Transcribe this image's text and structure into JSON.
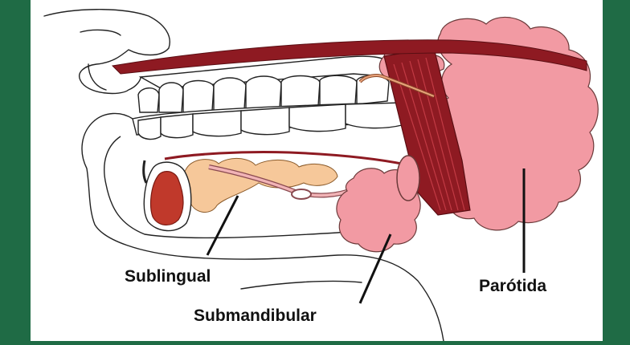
{
  "colors": {
    "frame": "#1f6b45",
    "panel": "#ffffff",
    "outline": "#222222",
    "parotid": "#f29aa3",
    "submandibular": "#f29aa3",
    "sublingual": "#f6c89a",
    "muscle": "#8e1a22",
    "duct": "#e7a9ac"
  },
  "labels": {
    "sublingual": "Sublingual",
    "submandibular": "Submandibular",
    "parotid": "Parótida"
  }
}
